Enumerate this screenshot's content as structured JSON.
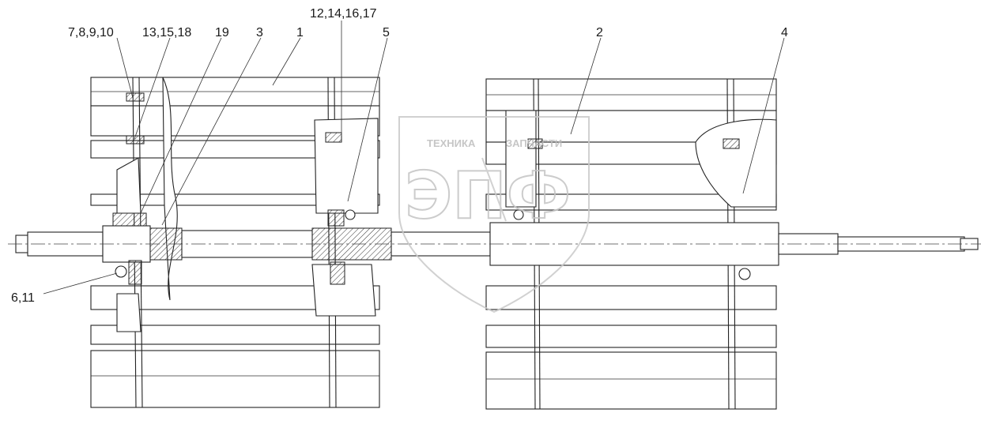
{
  "callouts": {
    "c_7_8_9_10": "7,8,9,10",
    "c_13_15_18": "13,15,18",
    "c_19": "19",
    "c_3": "3",
    "c_1": "1",
    "c_12_14_16_17": "12,14,16,17",
    "c_5": "5",
    "c_2": "2",
    "c_4": "4",
    "c_6_11": "6,11"
  },
  "watermark": {
    "top_text_left": "ТЕХНИКА",
    "top_text_right": "ЗАПЧАСТИ",
    "logo_text": "ЭПФ"
  }
}
